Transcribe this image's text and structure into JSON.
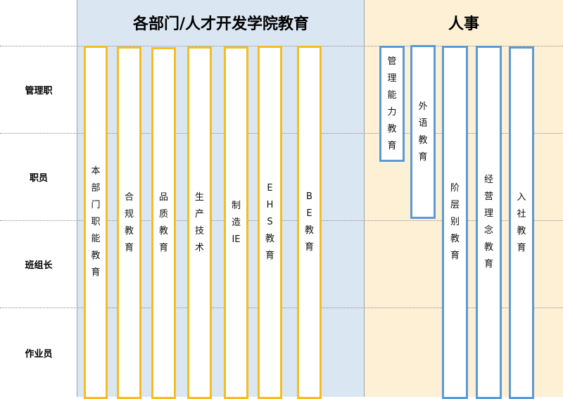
{
  "headers": {
    "dept": "各部门/人才开发学院教育",
    "hr": "人事"
  },
  "rows": [
    "管理职",
    "职员",
    "班组长",
    "作业员"
  ],
  "dept_courses": [
    "本部门职能教育",
    "合规教育",
    "品质教育",
    "生产技术",
    "制造IE",
    "EHS教育",
    "BE教育"
  ],
  "hr_courses": [
    "管理能力教育",
    "外语教育",
    "阶层别教育",
    "经营理念教育",
    "入社教育"
  ],
  "colors": {
    "dept_panel": "#dae7f3",
    "hr_panel": "#fdf0d5",
    "dept_bar_border": "#f5be1e",
    "hr_bar_border": "#5b9bd5"
  }
}
